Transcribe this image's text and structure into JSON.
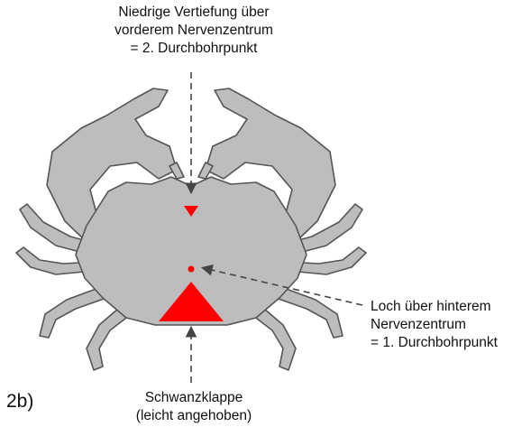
{
  "top_label": {
    "lines": [
      "Niedrige Vertiefung über",
      "vorderem Nervenzentrum",
      "= 2. Durchbohrpunkt"
    ]
  },
  "right_label": {
    "lines": [
      "Loch über hinterem",
      "Nervenzentrum",
      "= 1. Durchbohrpunkt"
    ]
  },
  "bottom_label": {
    "lines": [
      "Schwanzklappe",
      "(leicht angehoben)"
    ]
  },
  "figure_label": "2b)",
  "colors": {
    "body": "#bdbdbd",
    "outline": "#555555",
    "marker": "#ff0000",
    "arrow": "#444444"
  }
}
